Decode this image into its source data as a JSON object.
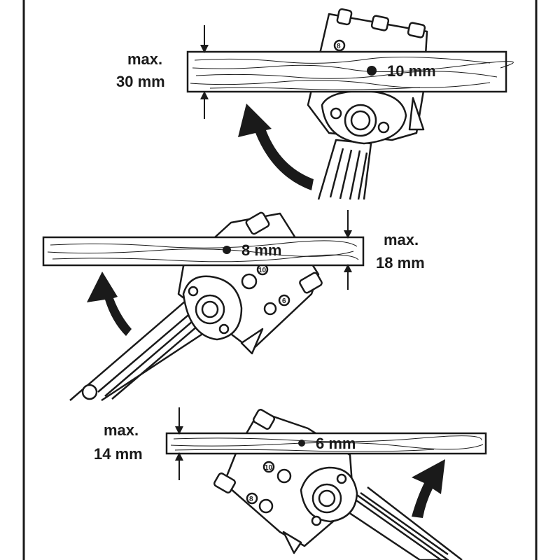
{
  "panels": [
    {
      "max_line1": "max.",
      "max_line2": "30 mm",
      "hole_label": "10 mm",
      "jig_marks": [
        "8"
      ]
    },
    {
      "max_line1": "max.",
      "max_line2": "18 mm",
      "hole_label": "8 mm",
      "jig_marks": [
        "10",
        "6"
      ]
    },
    {
      "max_line1": "max.",
      "max_line2": "14 mm",
      "hole_label": "6 mm",
      "jig_marks": [
        "10",
        "8"
      ]
    }
  ],
  "colors": {
    "ink": "#1a1a1a",
    "paper": "#ffffff",
    "wood": "#ffffff"
  }
}
